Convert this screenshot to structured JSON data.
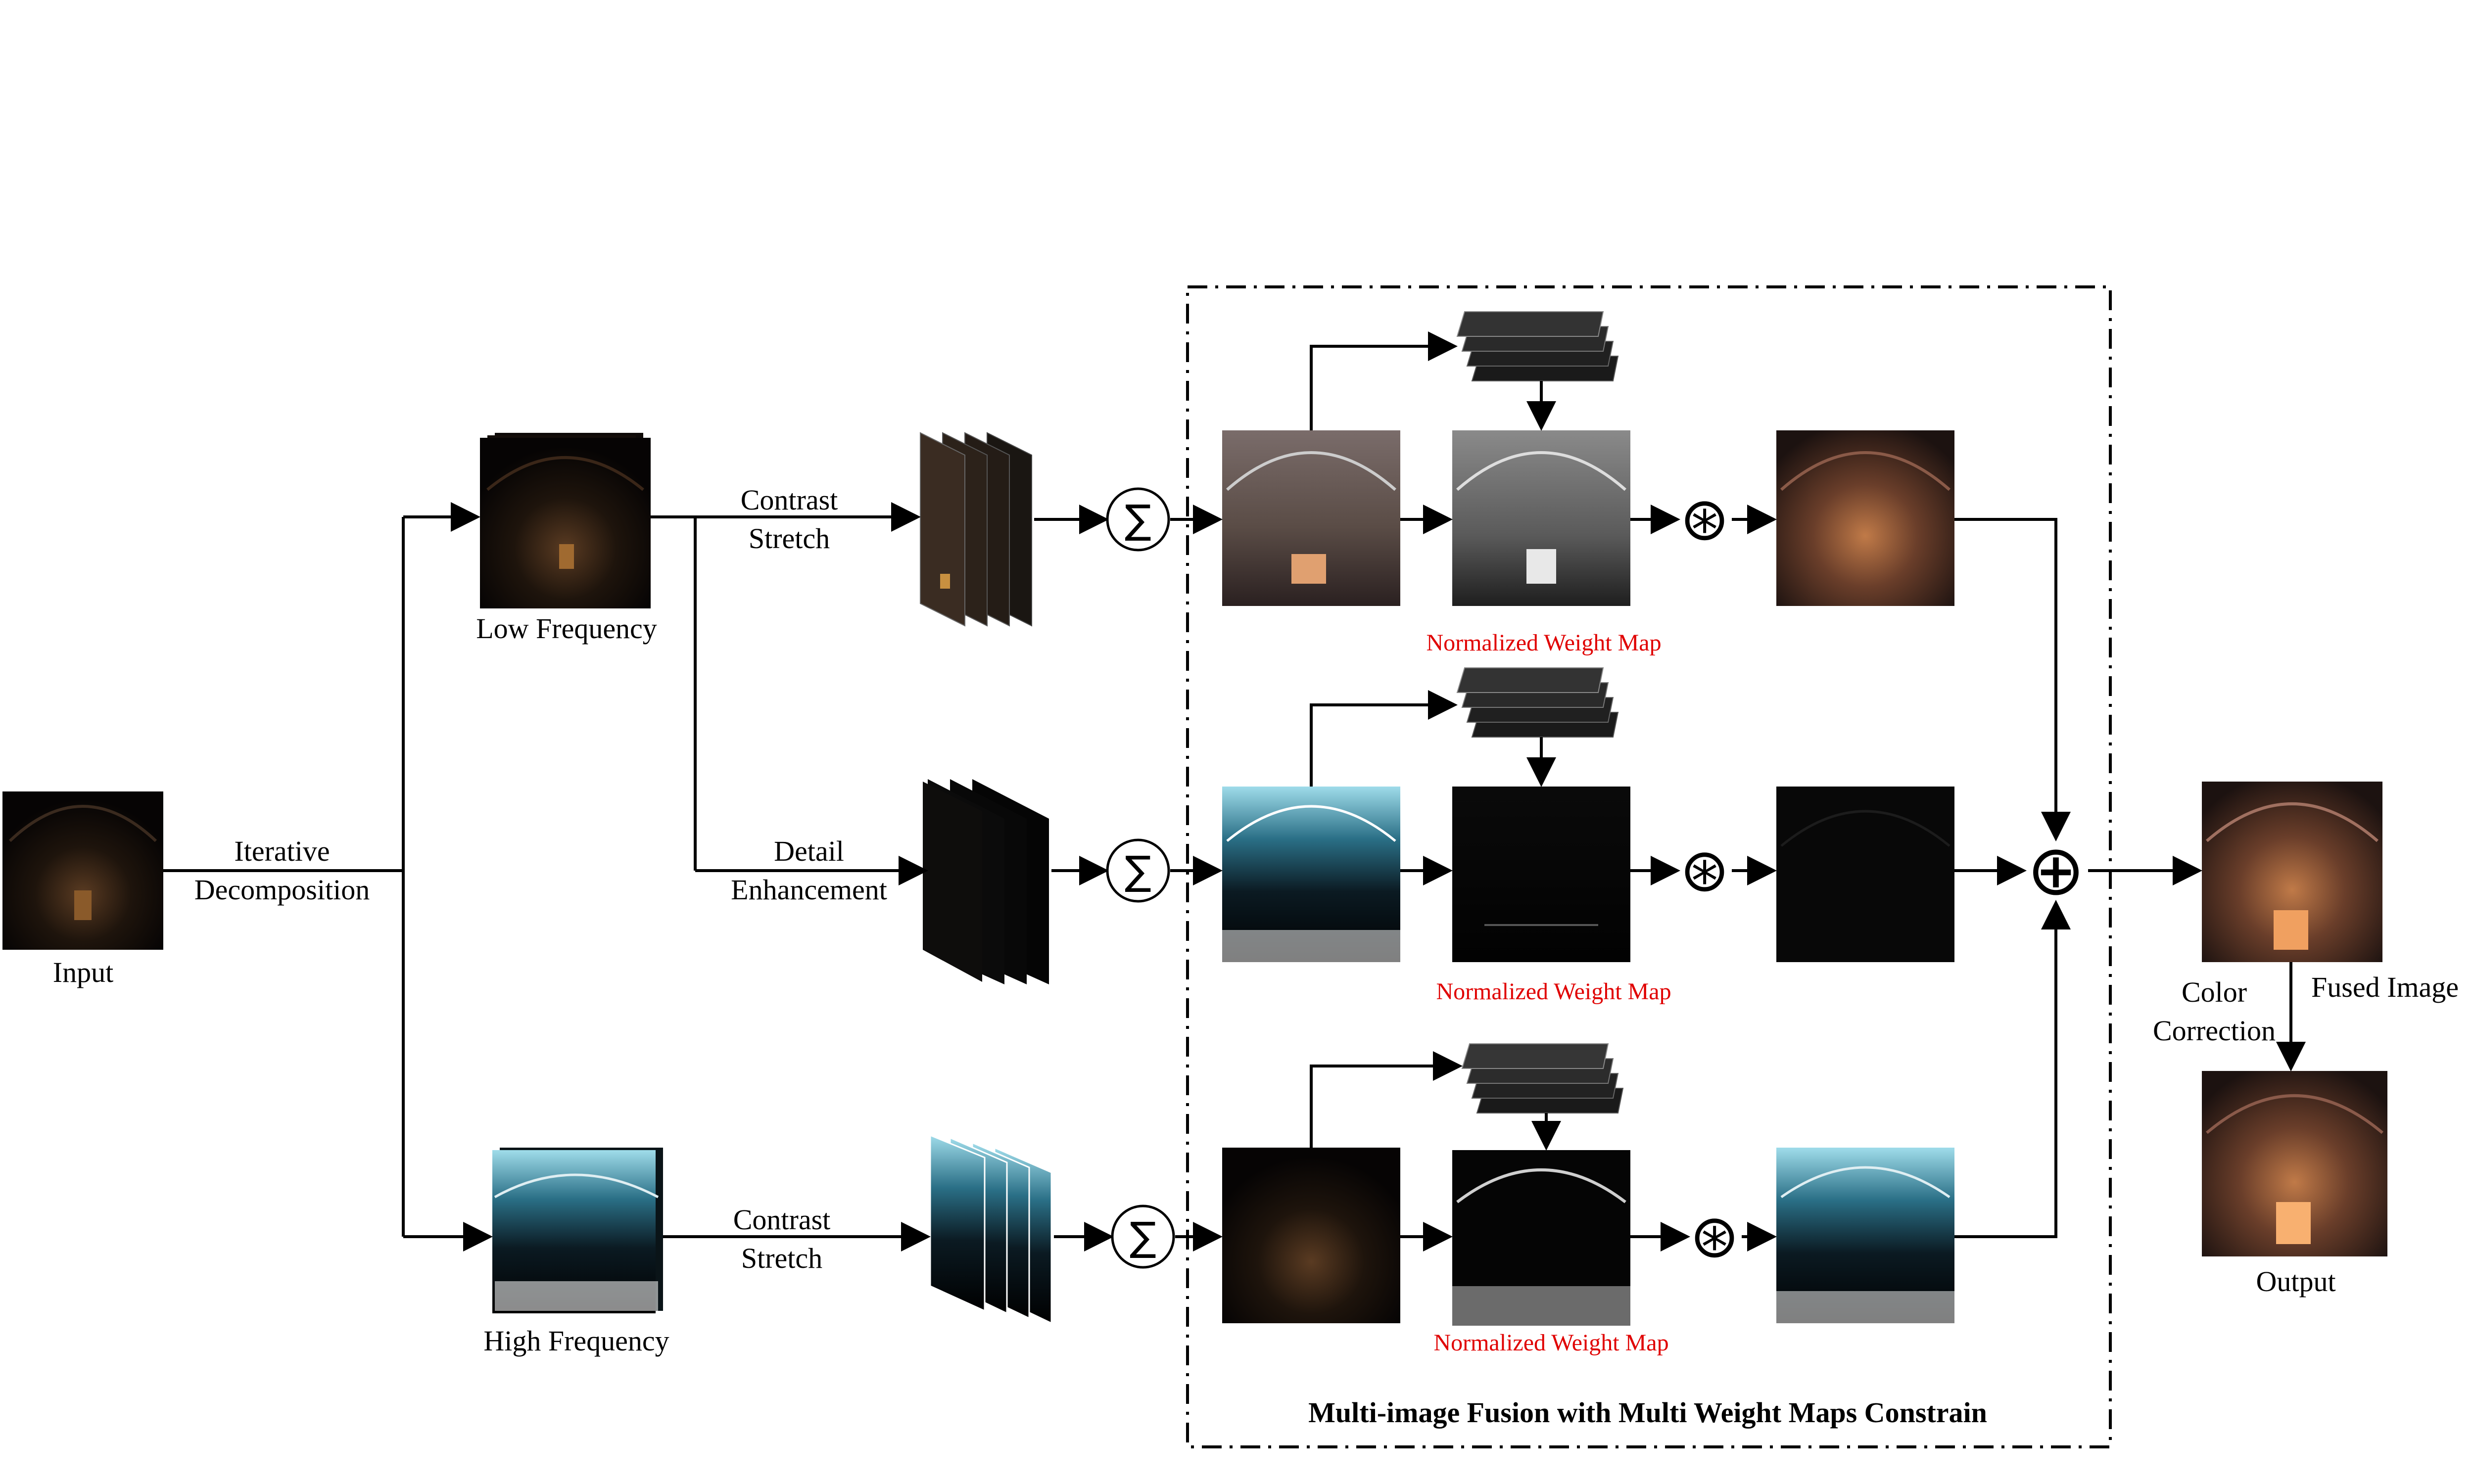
{
  "labels": {
    "input": "Input",
    "iterative": "Iterative",
    "decomposition": "Decomposition",
    "low_frequency": "Low Frequency",
    "high_frequency": "High Frequency",
    "contrast_stretch_top_1": "Contrast",
    "contrast_stretch_top_2": "Stretch",
    "detail_1": "Detail",
    "detail_2": "Enhancement",
    "contrast_stretch_bot_1": "Contrast",
    "contrast_stretch_bot_2": "Stretch",
    "weight_map_1": "Normalized Weight Map",
    "weight_map_2": "Normalized Weight Map",
    "weight_map_3": "Normalized Weight Map",
    "fusion_title": "Multi-image  Fusion with Multi Weight Maps Constrain",
    "color_1": "Color",
    "color_2": "Correction",
    "fused_image": "Fused Image",
    "output": "Output"
  },
  "symbols": {
    "sum": "∑",
    "convolve": "⊛",
    "plus": "⊕"
  },
  "colors": {
    "annotation_red": "#e00000",
    "frame_black": "#000000"
  }
}
